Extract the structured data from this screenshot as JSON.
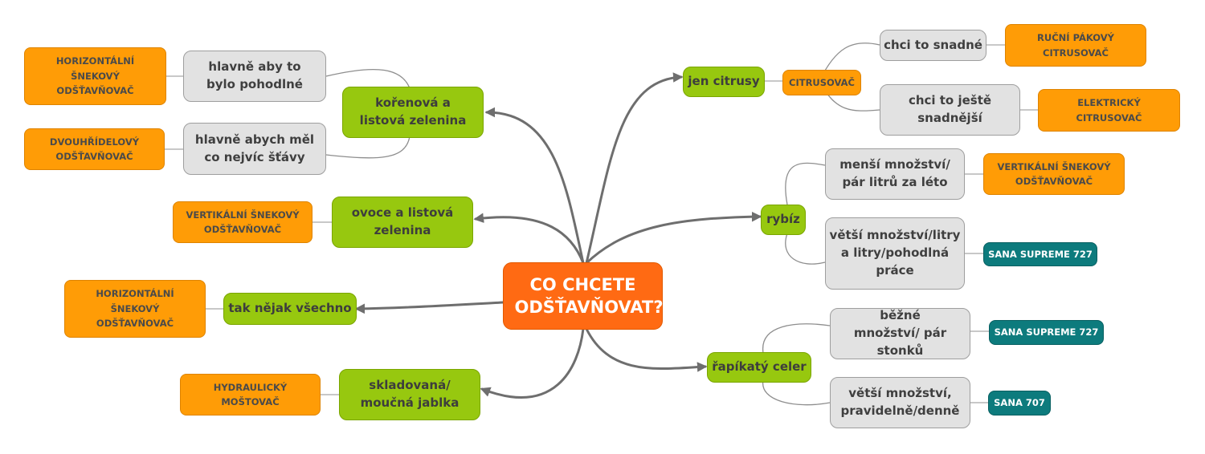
{
  "root": {
    "label": "CO CHCETE ODŠŤAVŇOVAT?"
  },
  "left": {
    "korenova": {
      "label": "kořenová a listová zelenina",
      "pohodlne": {
        "label": "hlavně aby to bylo pohodlné",
        "result": "HORIZONTÁLNÍ ŠNEKOVÝ ODŠŤAVŇOVAČ"
      },
      "stava": {
        "label": "hlavně abych měl co nejvíc šťávy",
        "result": "DVOUHŘÍDELOVÝ ODŠŤAVŇOVAČ"
      }
    },
    "ovoce": {
      "label": "ovoce a listová zelenina",
      "result": "VERTIKÁLNÍ ŠNEKOVÝ ODŠŤAVŇOVAČ"
    },
    "vsechno": {
      "label": "tak nějak všechno",
      "result": "HORIZONTÁLNÍ ŠNEKOVÝ ODŠŤAVŇOVAČ"
    },
    "jablka": {
      "label": "skladovaná/ moučná jablka",
      "result": "HYDRAULICKÝ MOŠTOVAČ"
    }
  },
  "right": {
    "citrusy": {
      "label": "jen citrusy",
      "type": "CITRUSOVAČ",
      "snadne": {
        "label": "chci to snadné",
        "result": "RUČNÍ PÁKOVÝ CITRUSOVAČ"
      },
      "snadnejsi": {
        "label": "chci to ještě snadnější",
        "result": "ELEKTRICKÝ CITRUSOVAČ"
      }
    },
    "rybiz": {
      "label": "rybíz",
      "mensi": {
        "label": "menší množství/ pár litrů za léto",
        "result": "VERTIKÁLNÍ ŠNEKOVÝ ODŠŤAVŇOVAČ"
      },
      "vetsi": {
        "label": "větší množství/litry a litry/pohodlná práce",
        "result": "SANA SUPREME 727"
      }
    },
    "celer": {
      "label": "řapíkatý celer",
      "bezne": {
        "label": "běžné množství/ pár stonků",
        "result": "SANA SUPREME 727"
      },
      "vetsi": {
        "label": "větší množství, pravidelně/denně",
        "result": "SANA 707"
      }
    }
  },
  "colors": {
    "root": "#ff6a13",
    "question": "#97c80f",
    "condition": "#e2e2e2",
    "juicer": "#ff9c06",
    "product": "#0d7b7d",
    "connector": "#6e6e6e",
    "bracket": "#8e8e8e"
  }
}
